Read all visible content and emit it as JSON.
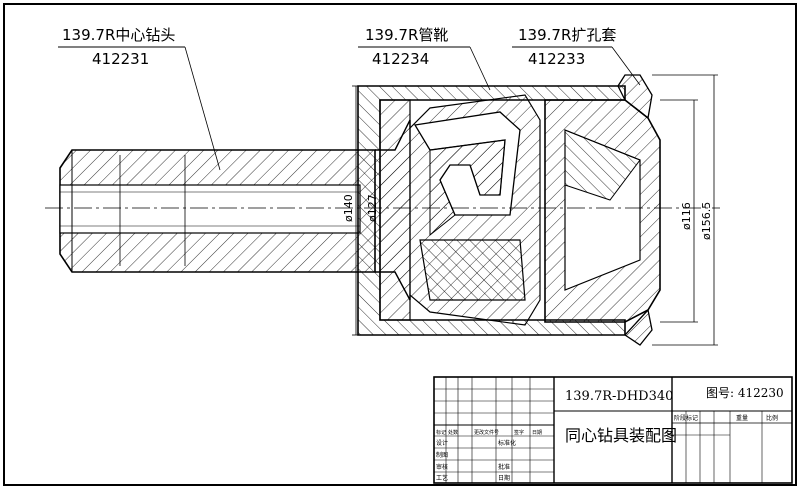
{
  "callouts": [
    {
      "name": "139.7R中心钻头",
      "code": "412231"
    },
    {
      "name": "139.7R管靴",
      "code": "412234"
    },
    {
      "name": "139.7R扩孔套",
      "code": "412233"
    }
  ],
  "dimensions": {
    "d140": "ø140",
    "d127": "ø127",
    "d116": "ø116",
    "d156": "ø156.5"
  },
  "title_block": {
    "model": "139.7R-DHD340",
    "drawing_title": "同心钻具装配图",
    "drawing_number": "图号: 412230",
    "sign_labels": [
      "设计",
      "制图",
      "审核",
      "工艺"
    ],
    "revision_labels": [
      "标记",
      "处数",
      "更改文件号",
      "签字",
      "日期"
    ],
    "approval_labels": [
      "标准化",
      "批准",
      "日期"
    ],
    "header_labels": [
      "阶段标记",
      "重量",
      "比例"
    ]
  },
  "colors": {
    "line": "#000000",
    "paper": "#ffffff"
  }
}
